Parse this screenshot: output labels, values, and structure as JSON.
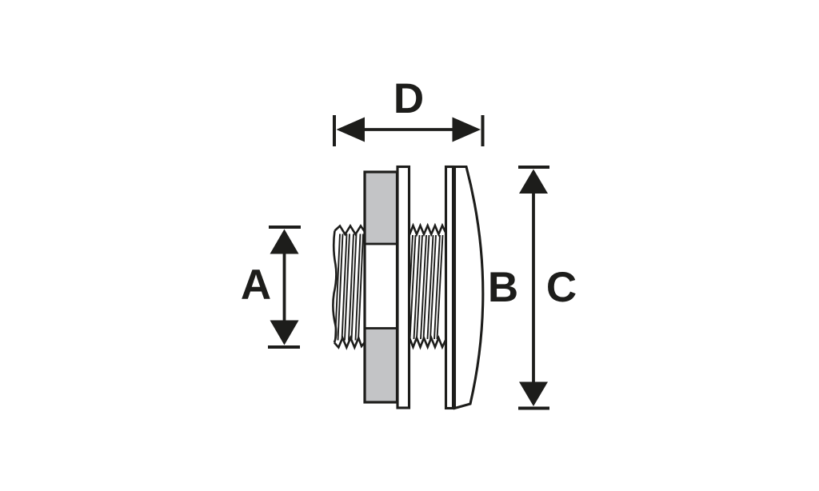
{
  "diagram": {
    "labels": {
      "a": "A",
      "b": "B",
      "c": "C",
      "d": "D"
    },
    "colors": {
      "line": "#1d1d1b",
      "section_fill": "#c3c4c6",
      "background": "#ffffff"
    }
  }
}
